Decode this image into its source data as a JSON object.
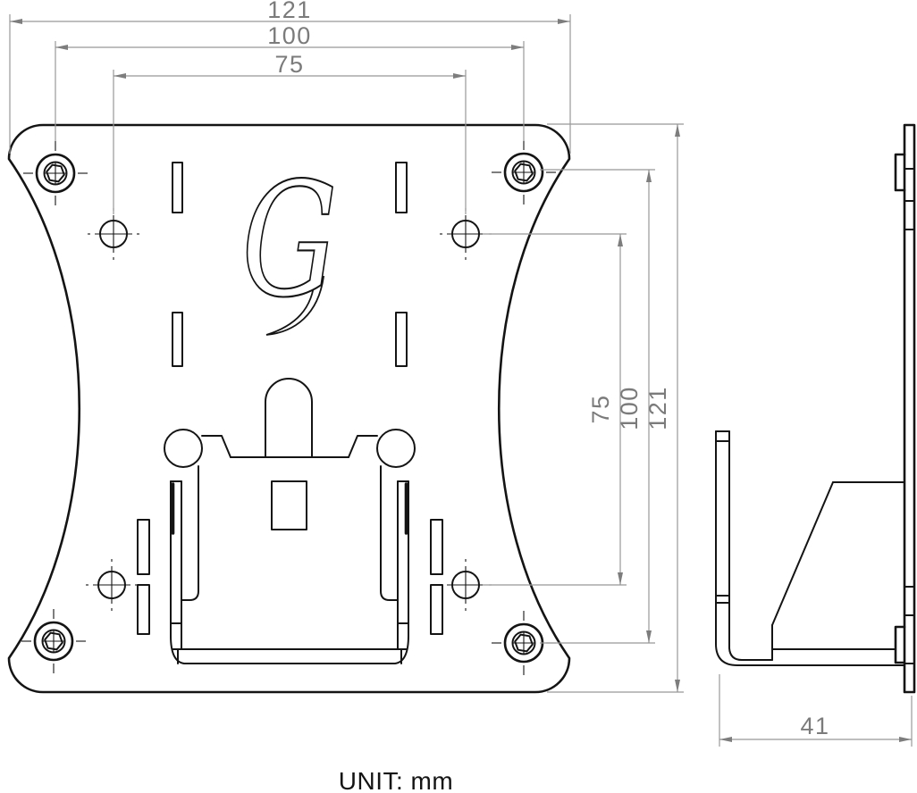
{
  "drawing": {
    "unit_label": "UNIT: mm",
    "logo_letter": "G",
    "front_view": {
      "dim_width_outer": "121",
      "dim_width_vesa100": "100",
      "dim_width_vesa75": "75",
      "dim_height_vesa75": "75",
      "dim_height_vesa100": "100",
      "dim_height_outer": "121"
    },
    "side_view": {
      "dim_depth": "41"
    },
    "colors": {
      "line": "#141414",
      "dimension_line": "#989898",
      "dimension_text": "#7b7b7b",
      "background": "#ffffff"
    }
  }
}
